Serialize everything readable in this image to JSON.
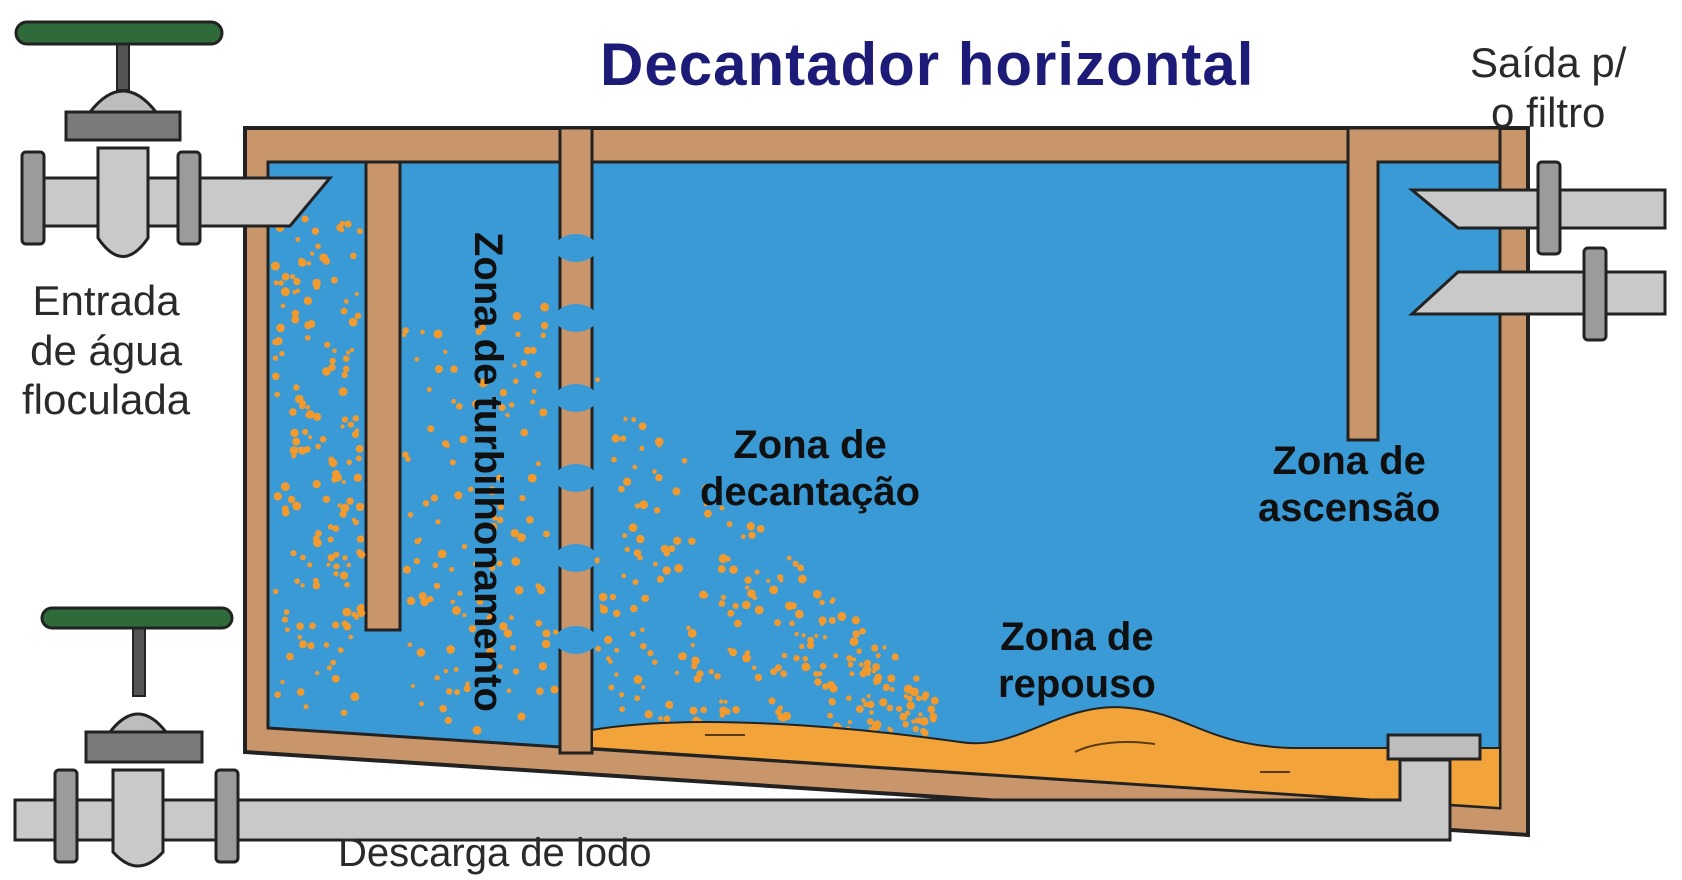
{
  "title": "Decantador horizontal",
  "labels": {
    "outlet": "Saída p/\no filtro",
    "inlet": "Entrada\nde água\nfloculada",
    "sludge_discharge": "Descarga de lodo",
    "zone_turbulence": "Zona de\nturbilhonamento",
    "zone_settling": "Zona de\ndecantação",
    "zone_ascension": "Zona de\nascensão",
    "zone_rest": "Zona de\nrepouso"
  },
  "colors": {
    "water": "#3a9ad6",
    "tank_wall": "#c8966a",
    "floc": "#f29a2e",
    "sludge": "#f2a43a",
    "pipe": "#c9c9c9",
    "valve_handle": "#2f6b3a",
    "title": "#1c1c78"
  },
  "icons": {
    "inlet_valve": "gate-valve-icon",
    "drain_valve": "gate-valve-icon"
  }
}
